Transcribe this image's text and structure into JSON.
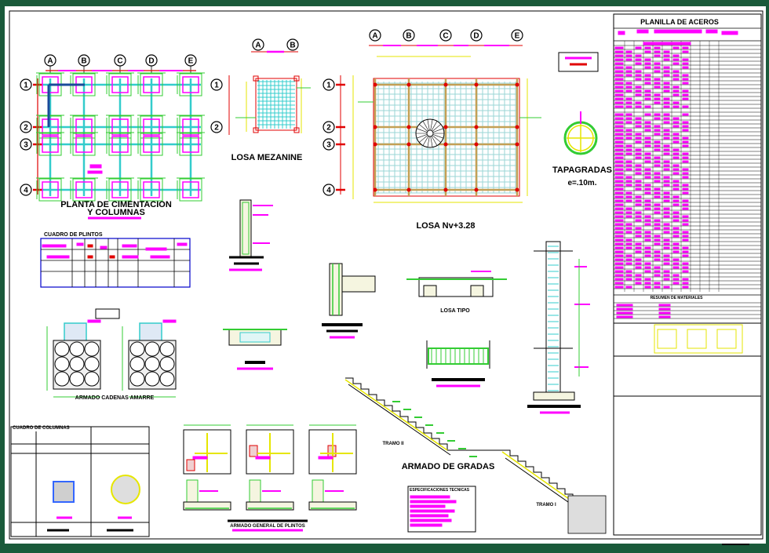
{
  "colors": {
    "magenta": "#ff00ff",
    "yellow": "#e6e600",
    "green": "#33cc33",
    "cyan": "#33cccc",
    "red": "#e00000",
    "blue": "#0000cc",
    "frame": "#1a5a3a"
  },
  "plans": {
    "cimentacion_title_1": "PLANTA DE CIMENTACION",
    "cimentacion_title_2": "Y COLUMNAS",
    "mezanine_title": "LOSA MEZANINE",
    "losa_title": "LOSA Nv+3.28",
    "tapagradas_title": "TAPAGRADAS",
    "tapagradas_thickness": "e=.10m.",
    "grid_columns": [
      "A",
      "B",
      "C",
      "D",
      "E"
    ],
    "grid_rows": [
      "1",
      "2",
      "3",
      "4"
    ],
    "mezanine_columns": [
      "A",
      "B"
    ],
    "mezanine_rows": [
      "1",
      "2"
    ]
  },
  "details": {
    "cuadro_plintos": "CUADRO DE PLINTOS",
    "cadenas": "ARMADO CADENAS AMARRE",
    "losa_tipo": "LOSA TIPO",
    "cuadro_columnas": "CUADRO DE COLUMNAS",
    "plintos_general": "ARMADO GENERAL DE PLINTOS",
    "gradas": "ARMADO DE GRADAS",
    "tramo_2": "TRAMO II",
    "tramo_1": "TRAMO I",
    "especificaciones": "ESPECIFICACIONES TECNICAS"
  },
  "planilla": {
    "title": "PLANILLA DE ACEROS",
    "resumen": "RESUMEN DE MATERIALES"
  }
}
